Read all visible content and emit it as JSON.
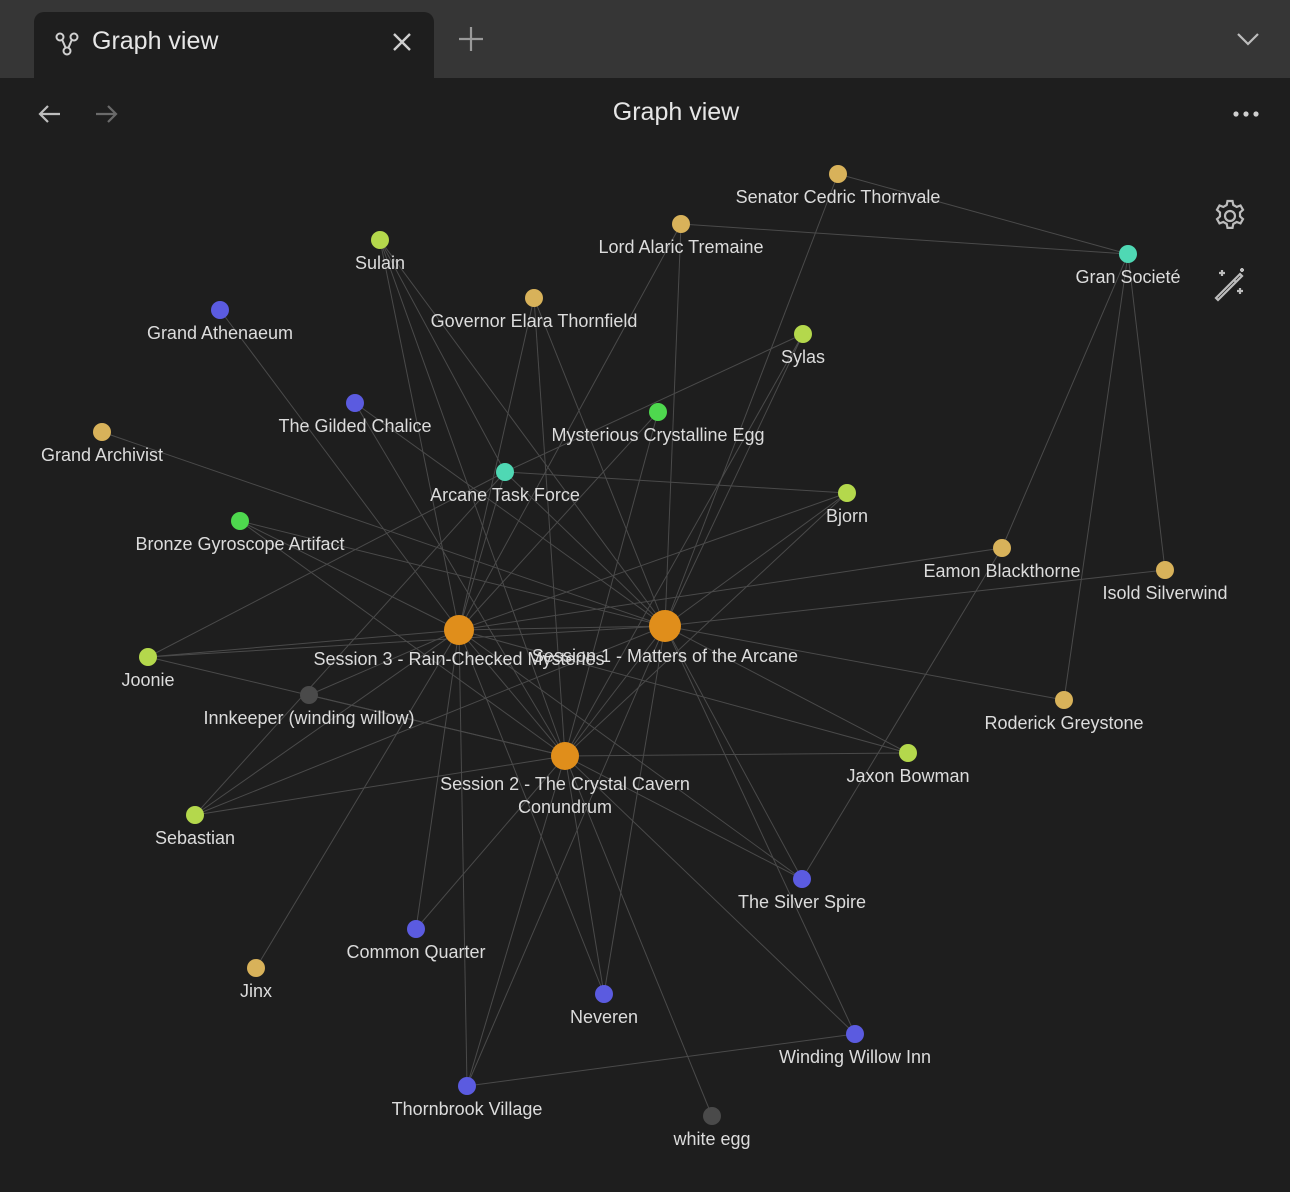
{
  "tab": {
    "title": "Graph view",
    "icon": "graph-icon"
  },
  "header": {
    "title": "Graph view"
  },
  "icons": {
    "close": "close-icon",
    "new_tab": "plus-icon",
    "tab_list": "chevron-down-icon",
    "back": "arrow-left-icon",
    "forward": "arrow-right-icon",
    "more": "more-horizontal-icon",
    "settings": "gear-icon",
    "animate": "magic-wand-icon"
  },
  "colors": {
    "session": "#e08e1b",
    "gold": "#d8b25a",
    "lime": "#b4d84c",
    "teal": "#4fd8b4",
    "green": "#4ed84e",
    "blue": "#5b5be0",
    "gray": "#4a4a4a",
    "edge": "#4a4a4a"
  },
  "graph": {
    "nodes": [
      {
        "id": "s1",
        "label": "Session 1 - Matters of the Arcane",
        "group": "session"
      },
      {
        "id": "s3",
        "label": "Session 3 - Rain-Checked Mysteries",
        "group": "session"
      },
      {
        "id": "s2",
        "label": "Session 2 - The Crystal Cavern Conundrum",
        "group": "session"
      },
      {
        "id": "senator",
        "label": "Senator Cedric Thornvale",
        "group": "gold"
      },
      {
        "id": "alaric",
        "label": "Lord Alaric Tremaine",
        "group": "gold"
      },
      {
        "id": "gran",
        "label": "Gran Societé",
        "group": "teal"
      },
      {
        "id": "sulain",
        "label": "Sulain",
        "group": "lime"
      },
      {
        "id": "elara",
        "label": "Governor Elara Thornfield",
        "group": "gold"
      },
      {
        "id": "athenaeum",
        "label": "Grand Athenaeum",
        "group": "blue"
      },
      {
        "id": "sylas",
        "label": "Sylas",
        "group": "lime"
      },
      {
        "id": "chalice",
        "label": "The Gilded Chalice",
        "group": "blue"
      },
      {
        "id": "egg",
        "label": "Mysterious Crystalline Egg",
        "group": "green"
      },
      {
        "id": "archivist",
        "label": "Grand Archivist",
        "group": "gold"
      },
      {
        "id": "atf",
        "label": "Arcane Task Force",
        "group": "teal"
      },
      {
        "id": "bjorn",
        "label": "Bjorn",
        "group": "lime"
      },
      {
        "id": "gyro",
        "label": "Bronze Gyroscope Artifact",
        "group": "green"
      },
      {
        "id": "eamon",
        "label": "Eamon Blackthorne",
        "group": "gold"
      },
      {
        "id": "isold",
        "label": "Isold Silverwind",
        "group": "gold"
      },
      {
        "id": "joonie",
        "label": "Joonie",
        "group": "lime"
      },
      {
        "id": "innkeeper",
        "label": "Innkeeper (winding willow)",
        "group": "gray"
      },
      {
        "id": "roderick",
        "label": "Roderick Greystone",
        "group": "gold"
      },
      {
        "id": "jaxon",
        "label": "Jaxon Bowman",
        "group": "lime"
      },
      {
        "id": "sebastian",
        "label": "Sebastian",
        "group": "lime"
      },
      {
        "id": "spire",
        "label": "The Silver Spire",
        "group": "blue"
      },
      {
        "id": "common",
        "label": "Common Quarter",
        "group": "blue"
      },
      {
        "id": "jinx",
        "label": "Jinx",
        "group": "gold"
      },
      {
        "id": "neveren",
        "label": "Neveren",
        "group": "blue"
      },
      {
        "id": "willow",
        "label": "Winding Willow Inn",
        "group": "blue"
      },
      {
        "id": "thornbrook",
        "label": "Thornbrook Village",
        "group": "blue"
      },
      {
        "id": "whiteegg",
        "label": "white egg",
        "group": "gray"
      }
    ],
    "edges": [
      [
        "senator",
        "gran"
      ],
      [
        "alaric",
        "gran"
      ],
      [
        "senator",
        "s1"
      ],
      [
        "alaric",
        "s1"
      ],
      [
        "alaric",
        "s3"
      ],
      [
        "gran",
        "eamon"
      ],
      [
        "gran",
        "isold"
      ],
      [
        "gran",
        "roderick"
      ],
      [
        "sulain",
        "s1"
      ],
      [
        "sulain",
        "s3"
      ],
      [
        "sulain",
        "s2"
      ],
      [
        "sulain",
        "atf"
      ],
      [
        "elara",
        "s3"
      ],
      [
        "elara",
        "s1"
      ],
      [
        "elara",
        "s2"
      ],
      [
        "athenaeum",
        "s3"
      ],
      [
        "sylas",
        "s1"
      ],
      [
        "sylas",
        "atf"
      ],
      [
        "sylas",
        "s2"
      ],
      [
        "chalice",
        "s1"
      ],
      [
        "chalice",
        "s2"
      ],
      [
        "egg",
        "s3"
      ],
      [
        "egg",
        "s2"
      ],
      [
        "archivist",
        "s1"
      ],
      [
        "atf",
        "bjorn"
      ],
      [
        "atf",
        "s1"
      ],
      [
        "atf",
        "s3"
      ],
      [
        "atf",
        "sebastian"
      ],
      [
        "bjorn",
        "s1"
      ],
      [
        "bjorn",
        "s3"
      ],
      [
        "bjorn",
        "s2"
      ],
      [
        "gyro",
        "s3"
      ],
      [
        "gyro",
        "s1"
      ],
      [
        "gyro",
        "s2"
      ],
      [
        "eamon",
        "s3"
      ],
      [
        "eamon",
        "spire"
      ],
      [
        "isold",
        "s1"
      ],
      [
        "joonie",
        "s3"
      ],
      [
        "joonie",
        "s1"
      ],
      [
        "joonie",
        "s2"
      ],
      [
        "joonie",
        "atf"
      ],
      [
        "innkeeper",
        "s3"
      ],
      [
        "innkeeper",
        "s2"
      ],
      [
        "roderick",
        "s1"
      ],
      [
        "jaxon",
        "s1"
      ],
      [
        "jaxon",
        "s2"
      ],
      [
        "jaxon",
        "s3"
      ],
      [
        "sebastian",
        "s3"
      ],
      [
        "sebastian",
        "s1"
      ],
      [
        "sebastian",
        "s2"
      ],
      [
        "spire",
        "s1"
      ],
      [
        "spire",
        "s3"
      ],
      [
        "spire",
        "s2"
      ],
      [
        "common",
        "s3"
      ],
      [
        "common",
        "s2"
      ],
      [
        "jinx",
        "s3"
      ],
      [
        "neveren",
        "s3"
      ],
      [
        "neveren",
        "s1"
      ],
      [
        "neveren",
        "s2"
      ],
      [
        "willow",
        "s1"
      ],
      [
        "willow",
        "s2"
      ],
      [
        "willow",
        "thornbrook"
      ],
      [
        "thornbrook",
        "s3"
      ],
      [
        "thornbrook",
        "s2"
      ],
      [
        "thornbrook",
        "s1"
      ],
      [
        "whiteegg",
        "s2"
      ],
      [
        "s1",
        "s3"
      ],
      [
        "s1",
        "s2"
      ],
      [
        "s3",
        "s2"
      ]
    ]
  }
}
